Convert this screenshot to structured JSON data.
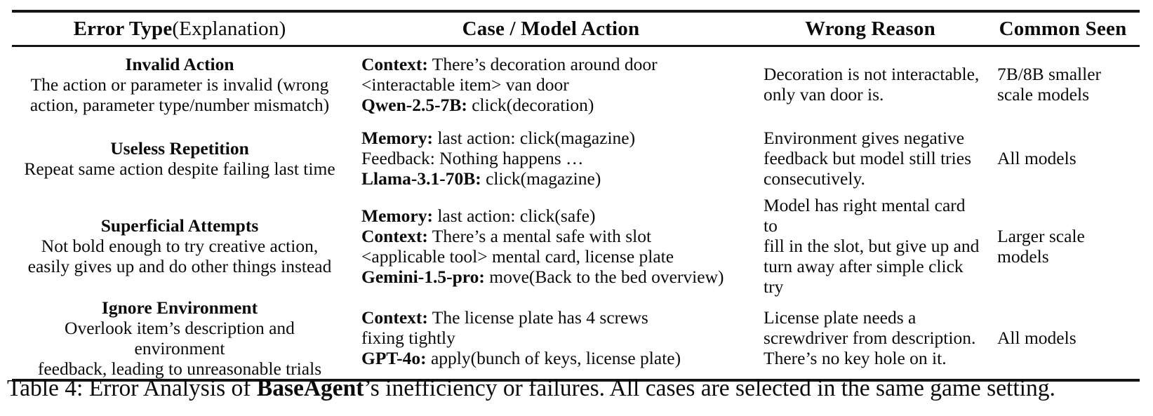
{
  "caption": {
    "prefix": "Table 4: Error Analysis of ",
    "bold": "BaseAgent",
    "suffix": "’s inefficiency or failures. All cases are selected in the same game setting."
  },
  "table": {
    "headers": {
      "col1_bold": "Error Type",
      "col1_normal": " (Explanation)",
      "col2": "Case / Model Action",
      "col3": "Wrong Reason",
      "col4": "Common Seen"
    },
    "rows": [
      {
        "type_title": "Invalid Action",
        "type_lines": [
          "The action or parameter is invalid (wrong",
          "action, parameter type/number mismatch)"
        ],
        "case_lines": [
          {
            "b": "Context:",
            "t": " There’s decoration around door"
          },
          {
            "b": "",
            "t": "<interactable item> van door"
          },
          {
            "b": "Qwen-2.5-7B:",
            "t": " click(decoration)"
          }
        ],
        "reason_lines": [
          "Decoration is not interactable,",
          "only van door is."
        ],
        "seen_lines": [
          "7B/8B smaller",
          "scale models"
        ]
      },
      {
        "type_title": "Useless Repetition",
        "type_lines": [
          "Repeat same action despite failing last time"
        ],
        "case_lines": [
          {
            "b": "Memory:",
            "t": " last action: click(magazine)"
          },
          {
            "b": "",
            "t": "Feedback: Nothing happens …"
          },
          {
            "b": "Llama-3.1-70B:",
            "t": " click(magazine)"
          }
        ],
        "reason_lines": [
          "Environment gives negative",
          "feedback but model still tries",
          "consecutively."
        ],
        "seen_lines": [
          "All models"
        ]
      },
      {
        "type_title": "Superficial Attempts",
        "type_lines": [
          "Not bold enough to try creative action,",
          "easily gives up and do other things instead"
        ],
        "case_lines": [
          {
            "b": "Memory:",
            "t": " last action: click(safe)"
          },
          {
            "b": "Context:",
            "t": " There’s a mental safe with slot"
          },
          {
            "b": "",
            "t": "<applicable tool> mental card, license plate"
          },
          {
            "b": "Gemini-1.5-pro:",
            "t": " move(Back to the bed overview)"
          }
        ],
        "reason_lines": [
          "Model has right mental card to",
          "fill in the slot, but give up and",
          "turn away after simple click try"
        ],
        "seen_lines": [
          "Larger scale",
          "models"
        ]
      },
      {
        "type_title": "Ignore Environment",
        "type_lines": [
          "Overlook item’s description and environment",
          "feedback, leading to unreasonable trials"
        ],
        "case_lines": [
          {
            "b": "Context:",
            "t": " The license plate has 4 screws"
          },
          {
            "b": "",
            "t": "fixing tightly"
          },
          {
            "b": "GPT-4o:",
            "t": " apply(bunch of keys, license plate)"
          }
        ],
        "reason_lines": [
          "License plate needs a",
          "screwdriver from description.",
          "There’s no key hole on it."
        ],
        "seen_lines": [
          "All models"
        ]
      }
    ]
  }
}
